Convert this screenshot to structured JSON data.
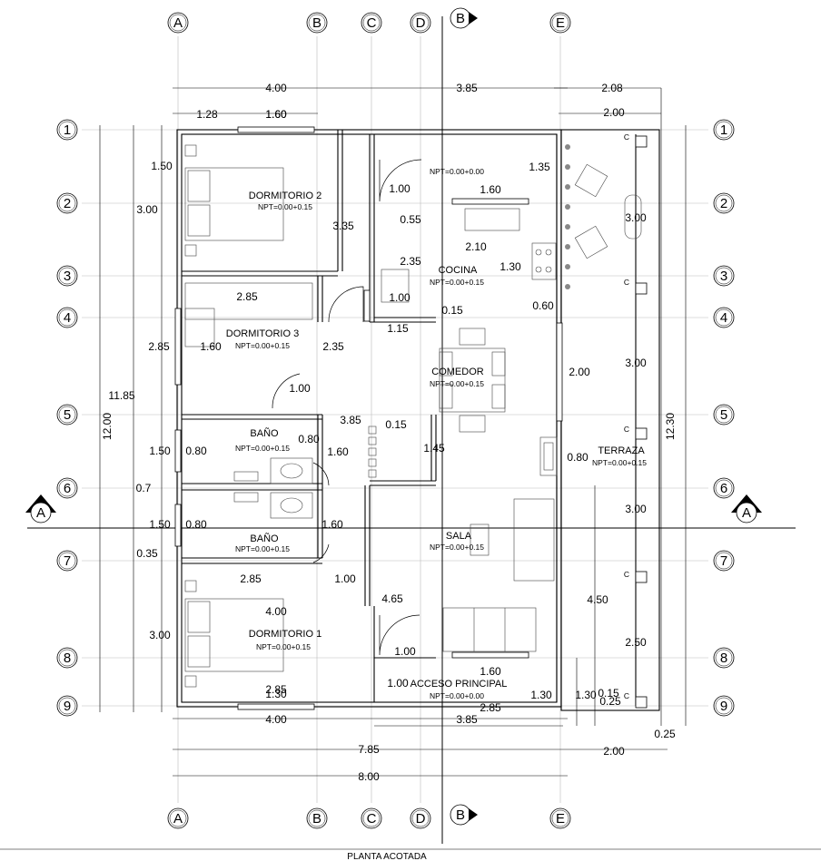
{
  "columns_top": [
    "A",
    "B",
    "C",
    "D",
    "B",
    "E"
  ],
  "columns_bottom": [
    "A",
    "B",
    "C",
    "D",
    "B",
    "E"
  ],
  "rows_left": [
    "1",
    "2",
    "3",
    "4",
    "5",
    "6",
    "7",
    "8",
    "9"
  ],
  "rows_right": [
    "1",
    "2",
    "3",
    "4",
    "5",
    "6",
    "7",
    "8",
    "9"
  ],
  "section_marks": [
    "A",
    "A"
  ],
  "rooms": [
    {
      "name": "DORMITORIO 2",
      "level": "NPT=0.00+0.15"
    },
    {
      "name": "",
      "level": "NPT=0.00+0.00"
    },
    {
      "name": "COCINA",
      "level": "NPT=0.00+0.15"
    },
    {
      "name": "DORMITORIO 3",
      "level": "NPT=0.00+0.15"
    },
    {
      "name": "COMEDOR",
      "level": "NPT=0.00+0.15"
    },
    {
      "name": "BAÑO",
      "level": "NPT=0.00+0.15"
    },
    {
      "name": "TERRAZA",
      "level": "NPT=0.00+0.15"
    },
    {
      "name": "SALA",
      "level": "NPT=0.00+0.15"
    },
    {
      "name": "BAÑO",
      "level": "NPT=0.00+0.15"
    },
    {
      "name": "DORMITORIO 1",
      "level": "NPT=0.00+0.15"
    },
    {
      "name": "ACCESO PRINCIPAL",
      "level": "NPT=0.00+0.00"
    }
  ],
  "dimensions": {
    "top": [
      "4.00",
      "3.85",
      "2.08",
      "1.28",
      "1.60",
      "2.00"
    ],
    "bottom": [
      "4.00",
      "3.85",
      "7.85",
      "2.00",
      "8.00",
      "2.85",
      "0.25"
    ],
    "left": [
      "12.00",
      "11.85",
      "1.50",
      "3.00",
      "2.85",
      "1.60",
      "1.50",
      "0.80",
      "1.50",
      "0.80",
      "0.7",
      "0.35",
      "3.00"
    ],
    "right": [
      "12.30",
      "3.00",
      "3.00",
      "3.00",
      "4.50",
      "2.50",
      "1.30",
      "0.25"
    ],
    "interior": [
      "1.35",
      "1.00",
      "1.60",
      "0.55",
      "2.10",
      "1.30",
      "0.60",
      "2.35",
      "1.00",
      "0.15",
      "1.15",
      "2.85",
      "3.35",
      "2.35",
      "1.00",
      "2.00",
      "3.85",
      "0.15",
      "0.80",
      "1.60",
      "1.45",
      "0.80",
      "2.85",
      "1.00",
      "1.60",
      "4.00",
      "4.65",
      "1.00",
      "1.00",
      "1.60",
      "1.30",
      "1.30",
      "2.85",
      "1.60",
      "0.15"
    ]
  },
  "labels": {
    "column_marker": "C",
    "caption": "PLANTA ACOTADA"
  }
}
